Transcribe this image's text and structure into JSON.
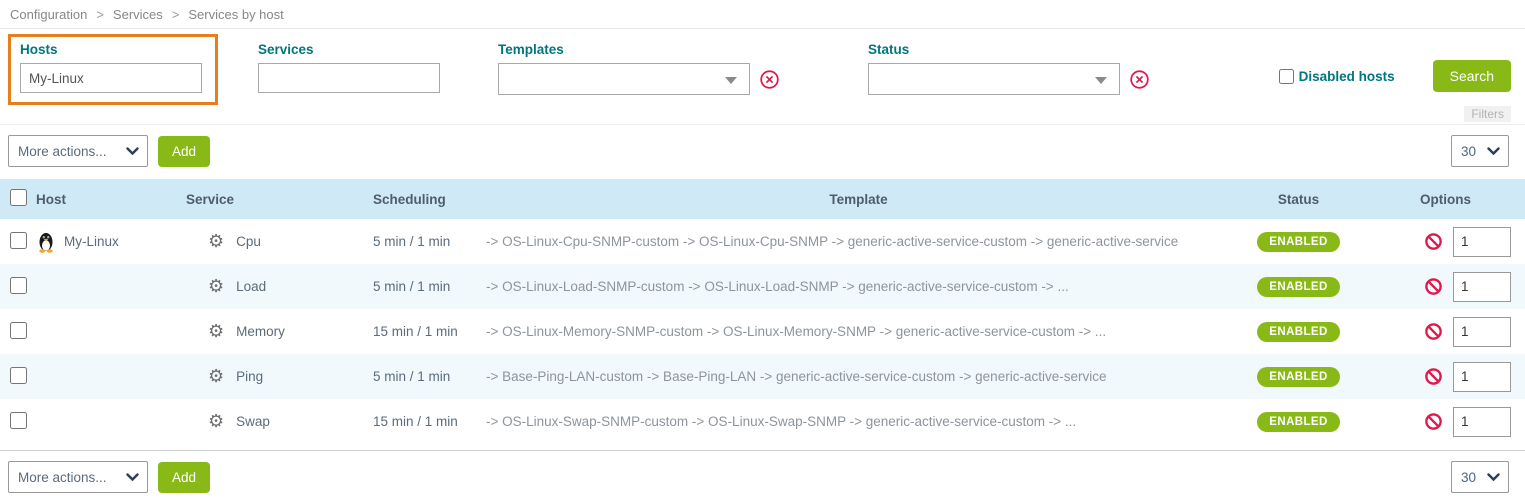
{
  "breadcrumb": {
    "items": [
      "Configuration",
      "Services",
      "Services by host"
    ],
    "separator": ">"
  },
  "filters": {
    "hosts": {
      "label": "Hosts",
      "value": "My-Linux"
    },
    "services": {
      "label": "Services",
      "value": ""
    },
    "templates": {
      "label": "Templates",
      "value": ""
    },
    "status": {
      "label": "Status",
      "value": ""
    },
    "disabled_hosts_label": "Disabled hosts",
    "search_label": "Search",
    "filters_caption": "Filters"
  },
  "toolbar": {
    "more_actions_label": "More actions...",
    "add_label": "Add",
    "page_size": "30"
  },
  "table": {
    "headers": {
      "host": "Host",
      "service": "Service",
      "scheduling": "Scheduling",
      "template": "Template",
      "status": "Status",
      "options": "Options"
    },
    "rows": [
      {
        "host": "My-Linux",
        "service": "Cpu",
        "scheduling": "5 min / 1 min",
        "template": "-> OS-Linux-Cpu-SNMP-custom -> OS-Linux-Cpu-SNMP -> generic-active-service-custom -> generic-active-service",
        "status": "ENABLED",
        "options_value": "1"
      },
      {
        "host": "",
        "service": "Load",
        "scheduling": "5 min / 1 min",
        "template": "-> OS-Linux-Load-SNMP-custom -> OS-Linux-Load-SNMP -> generic-active-service-custom -> ...",
        "status": "ENABLED",
        "options_value": "1"
      },
      {
        "host": "",
        "service": "Memory",
        "scheduling": "15 min / 1 min",
        "template": "-> OS-Linux-Memory-SNMP-custom -> OS-Linux-Memory-SNMP -> generic-active-service-custom -> ...",
        "status": "ENABLED",
        "options_value": "1"
      },
      {
        "host": "",
        "service": "Ping",
        "scheduling": "5 min / 1 min",
        "template": "-> Base-Ping-LAN-custom -> Base-Ping-LAN -> generic-active-service-custom -> generic-active-service",
        "status": "ENABLED",
        "options_value": "1"
      },
      {
        "host": "",
        "service": "Swap",
        "scheduling": "15 min / 1 min",
        "template": "-> OS-Linux-Swap-SNMP-custom -> OS-Linux-Swap-SNMP -> generic-active-service-custom -> ...",
        "status": "ENABLED",
        "options_value": "1"
      }
    ]
  },
  "colors": {
    "accent_teal": "#00767d",
    "action_green": "#88b917",
    "highlight_orange": "#e87d1e",
    "alert_red": "#e0194d",
    "table_header_bg": "#cfe9f6",
    "row_alt_bg": "#f1f9fd"
  }
}
